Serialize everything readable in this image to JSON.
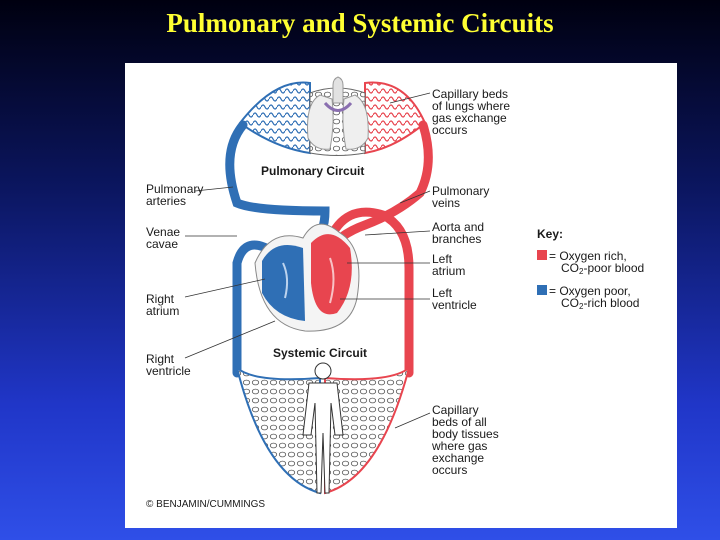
{
  "title": "Pulmonary and Systemic Circuits",
  "circuits": {
    "pulmonary": "Pulmonary Circuit",
    "systemic": "Systemic Circuit"
  },
  "labels": {
    "capillary_lungs": [
      "Capillary beds",
      "of lungs where",
      "gas exchange",
      "occurs"
    ],
    "pulmonary_veins": [
      "Pulmonary",
      "veins"
    ],
    "aorta": [
      "Aorta and",
      "branches"
    ],
    "left_atrium": [
      "Left",
      "atrium"
    ],
    "left_ventricle": [
      "Left",
      "ventricle"
    ],
    "capillary_body": [
      "Capillary",
      "beds of all",
      "body tissues",
      "where gas",
      "exchange",
      "occurs"
    ],
    "pulmonary_arteries": [
      "Pulmonary",
      "arteries"
    ],
    "venae_cavae": [
      "Venae",
      "cavae"
    ],
    "right_atrium": [
      "Right",
      "atrium"
    ],
    "right_ventricle": [
      "Right",
      "ventricle"
    ]
  },
  "key": {
    "heading": "Key:",
    "items": [
      {
        "line1": "= Oxygen rich,",
        "line2_pre": "CO",
        "line2_sub": "2",
        "line2_post": "-poor blood",
        "color": "#e8454f"
      },
      {
        "line1": "= Oxygen poor,",
        "line2_pre": "CO",
        "line2_sub": "2",
        "line2_post": "-rich blood",
        "color": "#2f6fb5"
      }
    ]
  },
  "copyright": "© BENJAMIN/CUMMINGS",
  "colors": {
    "oxygen_rich": "#e8454f",
    "oxygen_poor": "#2f6fb5",
    "title": "#ffff33"
  }
}
